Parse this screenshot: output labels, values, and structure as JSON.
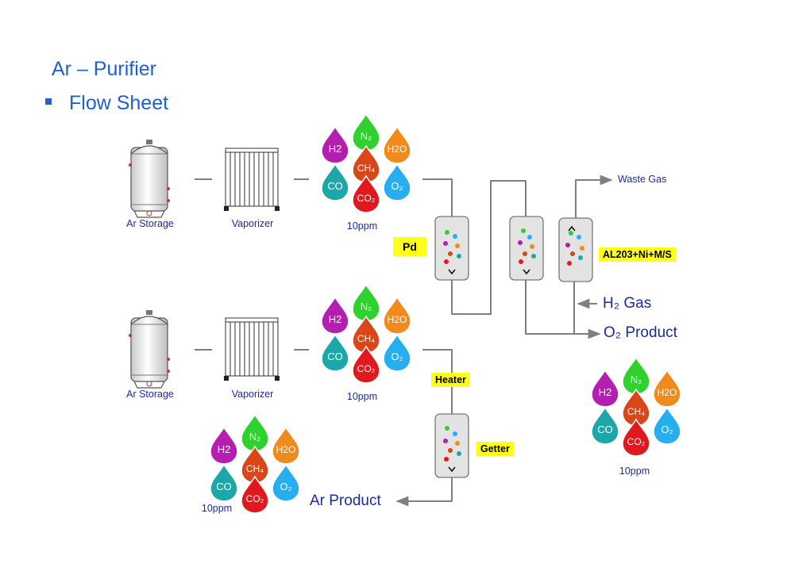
{
  "page": {
    "title": "Ar – Purifier",
    "subtitle": "Flow Sheet"
  },
  "labels": {
    "ar_storage_1": "Ar Storage",
    "vaporizer_1": "Vaporizer",
    "ppm_1": "10ppm",
    "ar_storage_2": "Ar Storage",
    "vaporizer_2": "Vaporizer",
    "ppm_2": "10ppm",
    "ppm_3": "10ppm",
    "ppm_4": "10ppm",
    "waste_gas": "Waste Gas",
    "h2_gas": "H₂  Gas",
    "o2_product": "O₂  Product",
    "ar_product": "Ar Product"
  },
  "tags": {
    "pd": "Pd",
    "al203": "AL203+Ni+M/S",
    "heater": "Heater",
    "getter": "Getter"
  },
  "impurities": [
    {
      "name": "N₂",
      "color": "#2ed12e"
    },
    {
      "name": "H2",
      "color": "#b41fb0"
    },
    {
      "name": "H2O",
      "color": "#f08a1c"
    },
    {
      "name": "CH₄",
      "color": "#d9461a"
    },
    {
      "name": "CO",
      "color": "#1ea7a8"
    },
    {
      "name": "O₂",
      "color": "#26aef0"
    },
    {
      "name": "CO₂",
      "color": "#e0191f"
    }
  ],
  "colors": {
    "title": "#1f5fd1",
    "label": "#1c2a9c",
    "tag_bg": "#ffff1a",
    "pipe": "#7f7f7f",
    "column_fill": "#e3e3e3"
  }
}
